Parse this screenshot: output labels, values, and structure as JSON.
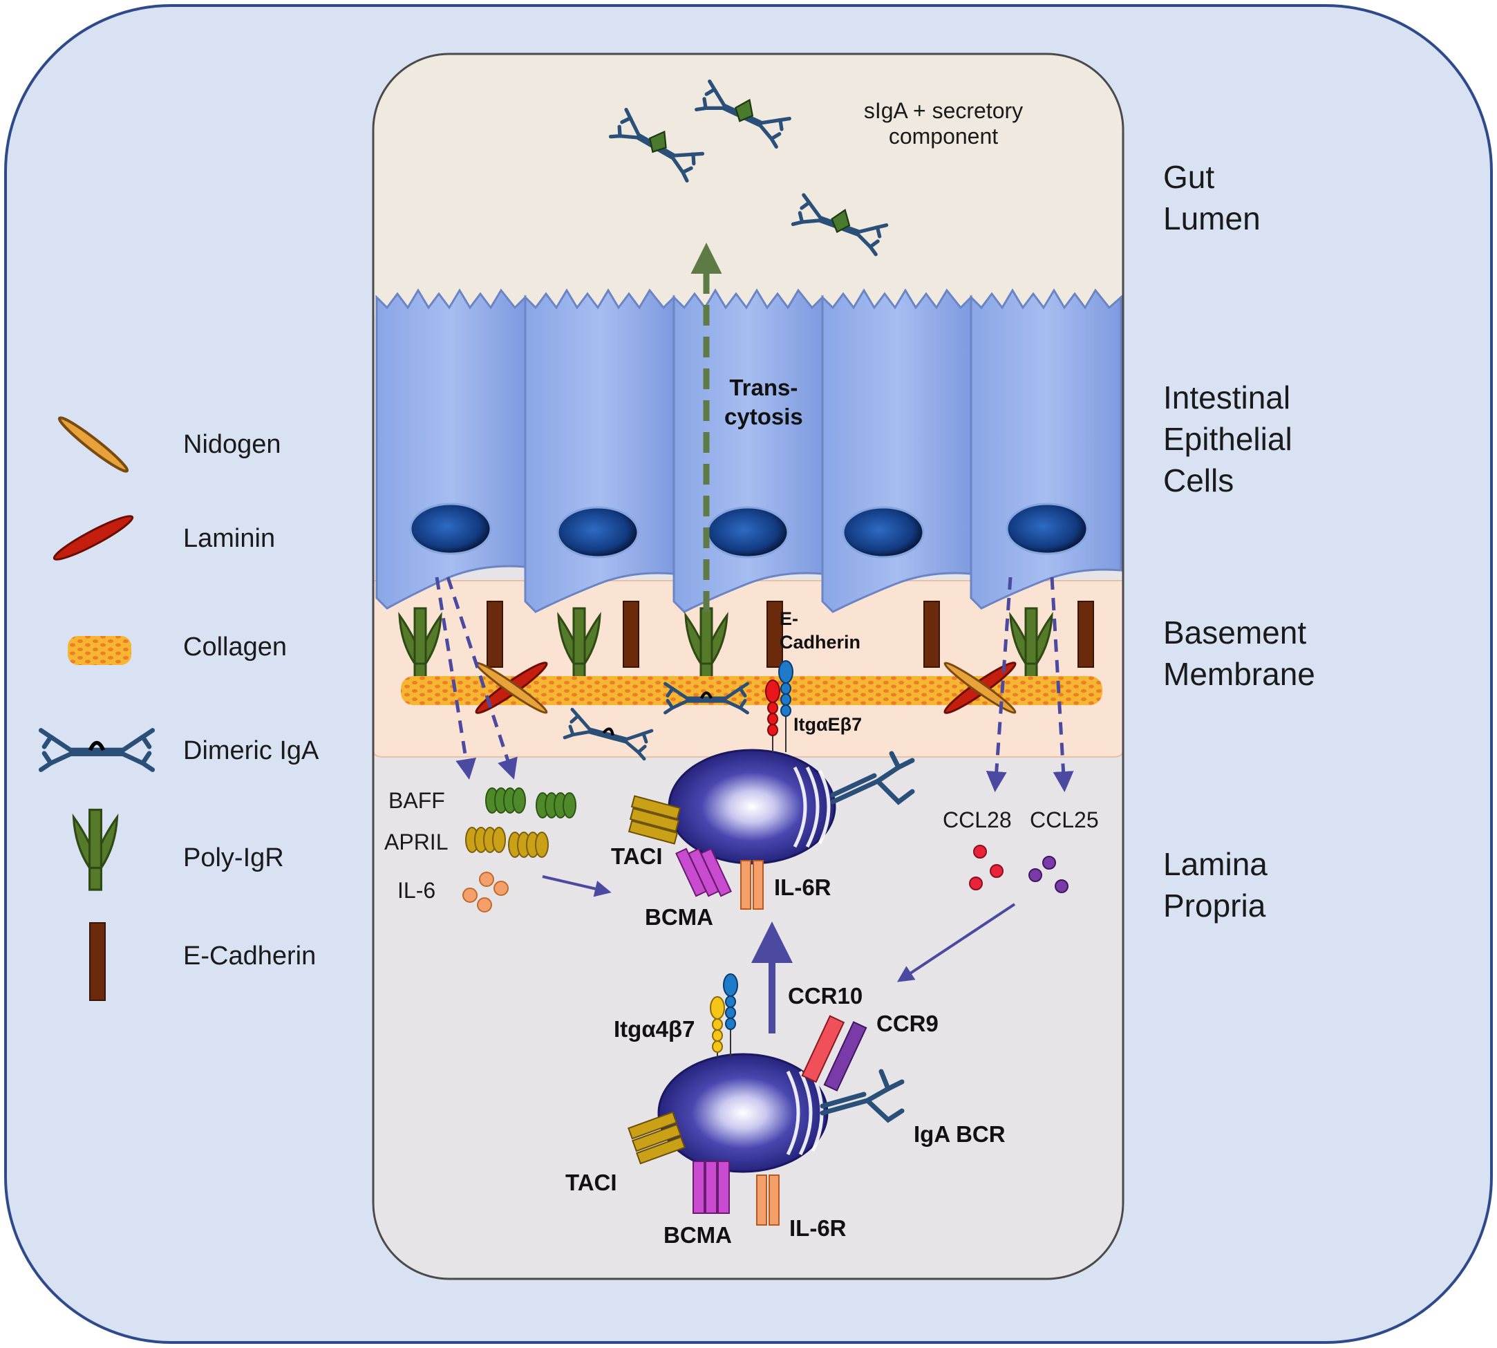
{
  "zones": {
    "gut_lumen": [
      "Gut",
      "Lumen"
    ],
    "epithelial": [
      "Intestinal",
      "Epithelial",
      "Cells"
    ],
    "basement": [
      "Basement",
      "Membrane"
    ],
    "lamina": [
      "Lamina",
      "Propria"
    ]
  },
  "legend": [
    {
      "label": "Nidogen",
      "icon": "nidogen-icon"
    },
    {
      "label": "Laminin",
      "icon": "laminin-icon"
    },
    {
      "label": "Collagen",
      "icon": "collagen-icon"
    },
    {
      "label": "Dimeric IgA",
      "icon": "dimeric-iga-icon"
    },
    {
      "label": "Poly-IgR",
      "icon": "poly-igr-icon"
    },
    {
      "label": "E-Cadherin",
      "icon": "e-cadherin-icon"
    }
  ],
  "labels": {
    "siga_line1": "sIgA + secretory",
    "siga_line2": "component",
    "transcytosis_line1": "Trans-",
    "transcytosis_line2": "cytosis",
    "ecadherin_line1": "E-",
    "ecadherin_line2": "Cadherin",
    "itg_ae_b7": "ItgαEβ7",
    "baff": "BAFF",
    "april": "APRIL",
    "il6": "IL-6",
    "ccl28": "CCL28",
    "ccl25": "CCL25",
    "taci_upper": "TACI",
    "bcma_upper": "BCMA",
    "il6r_upper": "IL-6R",
    "ccr10": "CCR10",
    "ccr9": "CCR9",
    "itg_a4_b7": "Itgα4β7",
    "iga_bcr": "IgA BCR",
    "taci_lower": "TACI",
    "bcma_lower": "BCMA",
    "il6r_lower": "IL-6R"
  },
  "colors": {
    "outer_bg": "#d9e2f3",
    "outer_border": "#2f4a8a",
    "lumen": "#efe9df",
    "epithelium": "#9db5ec",
    "basement": "#fbe3d4",
    "lamina": "#e6e4e6",
    "plasma_cell": "#2c2a8a",
    "arrow": "#4b4aa0",
    "transcytosis_arrow": "#5e7a45"
  }
}
